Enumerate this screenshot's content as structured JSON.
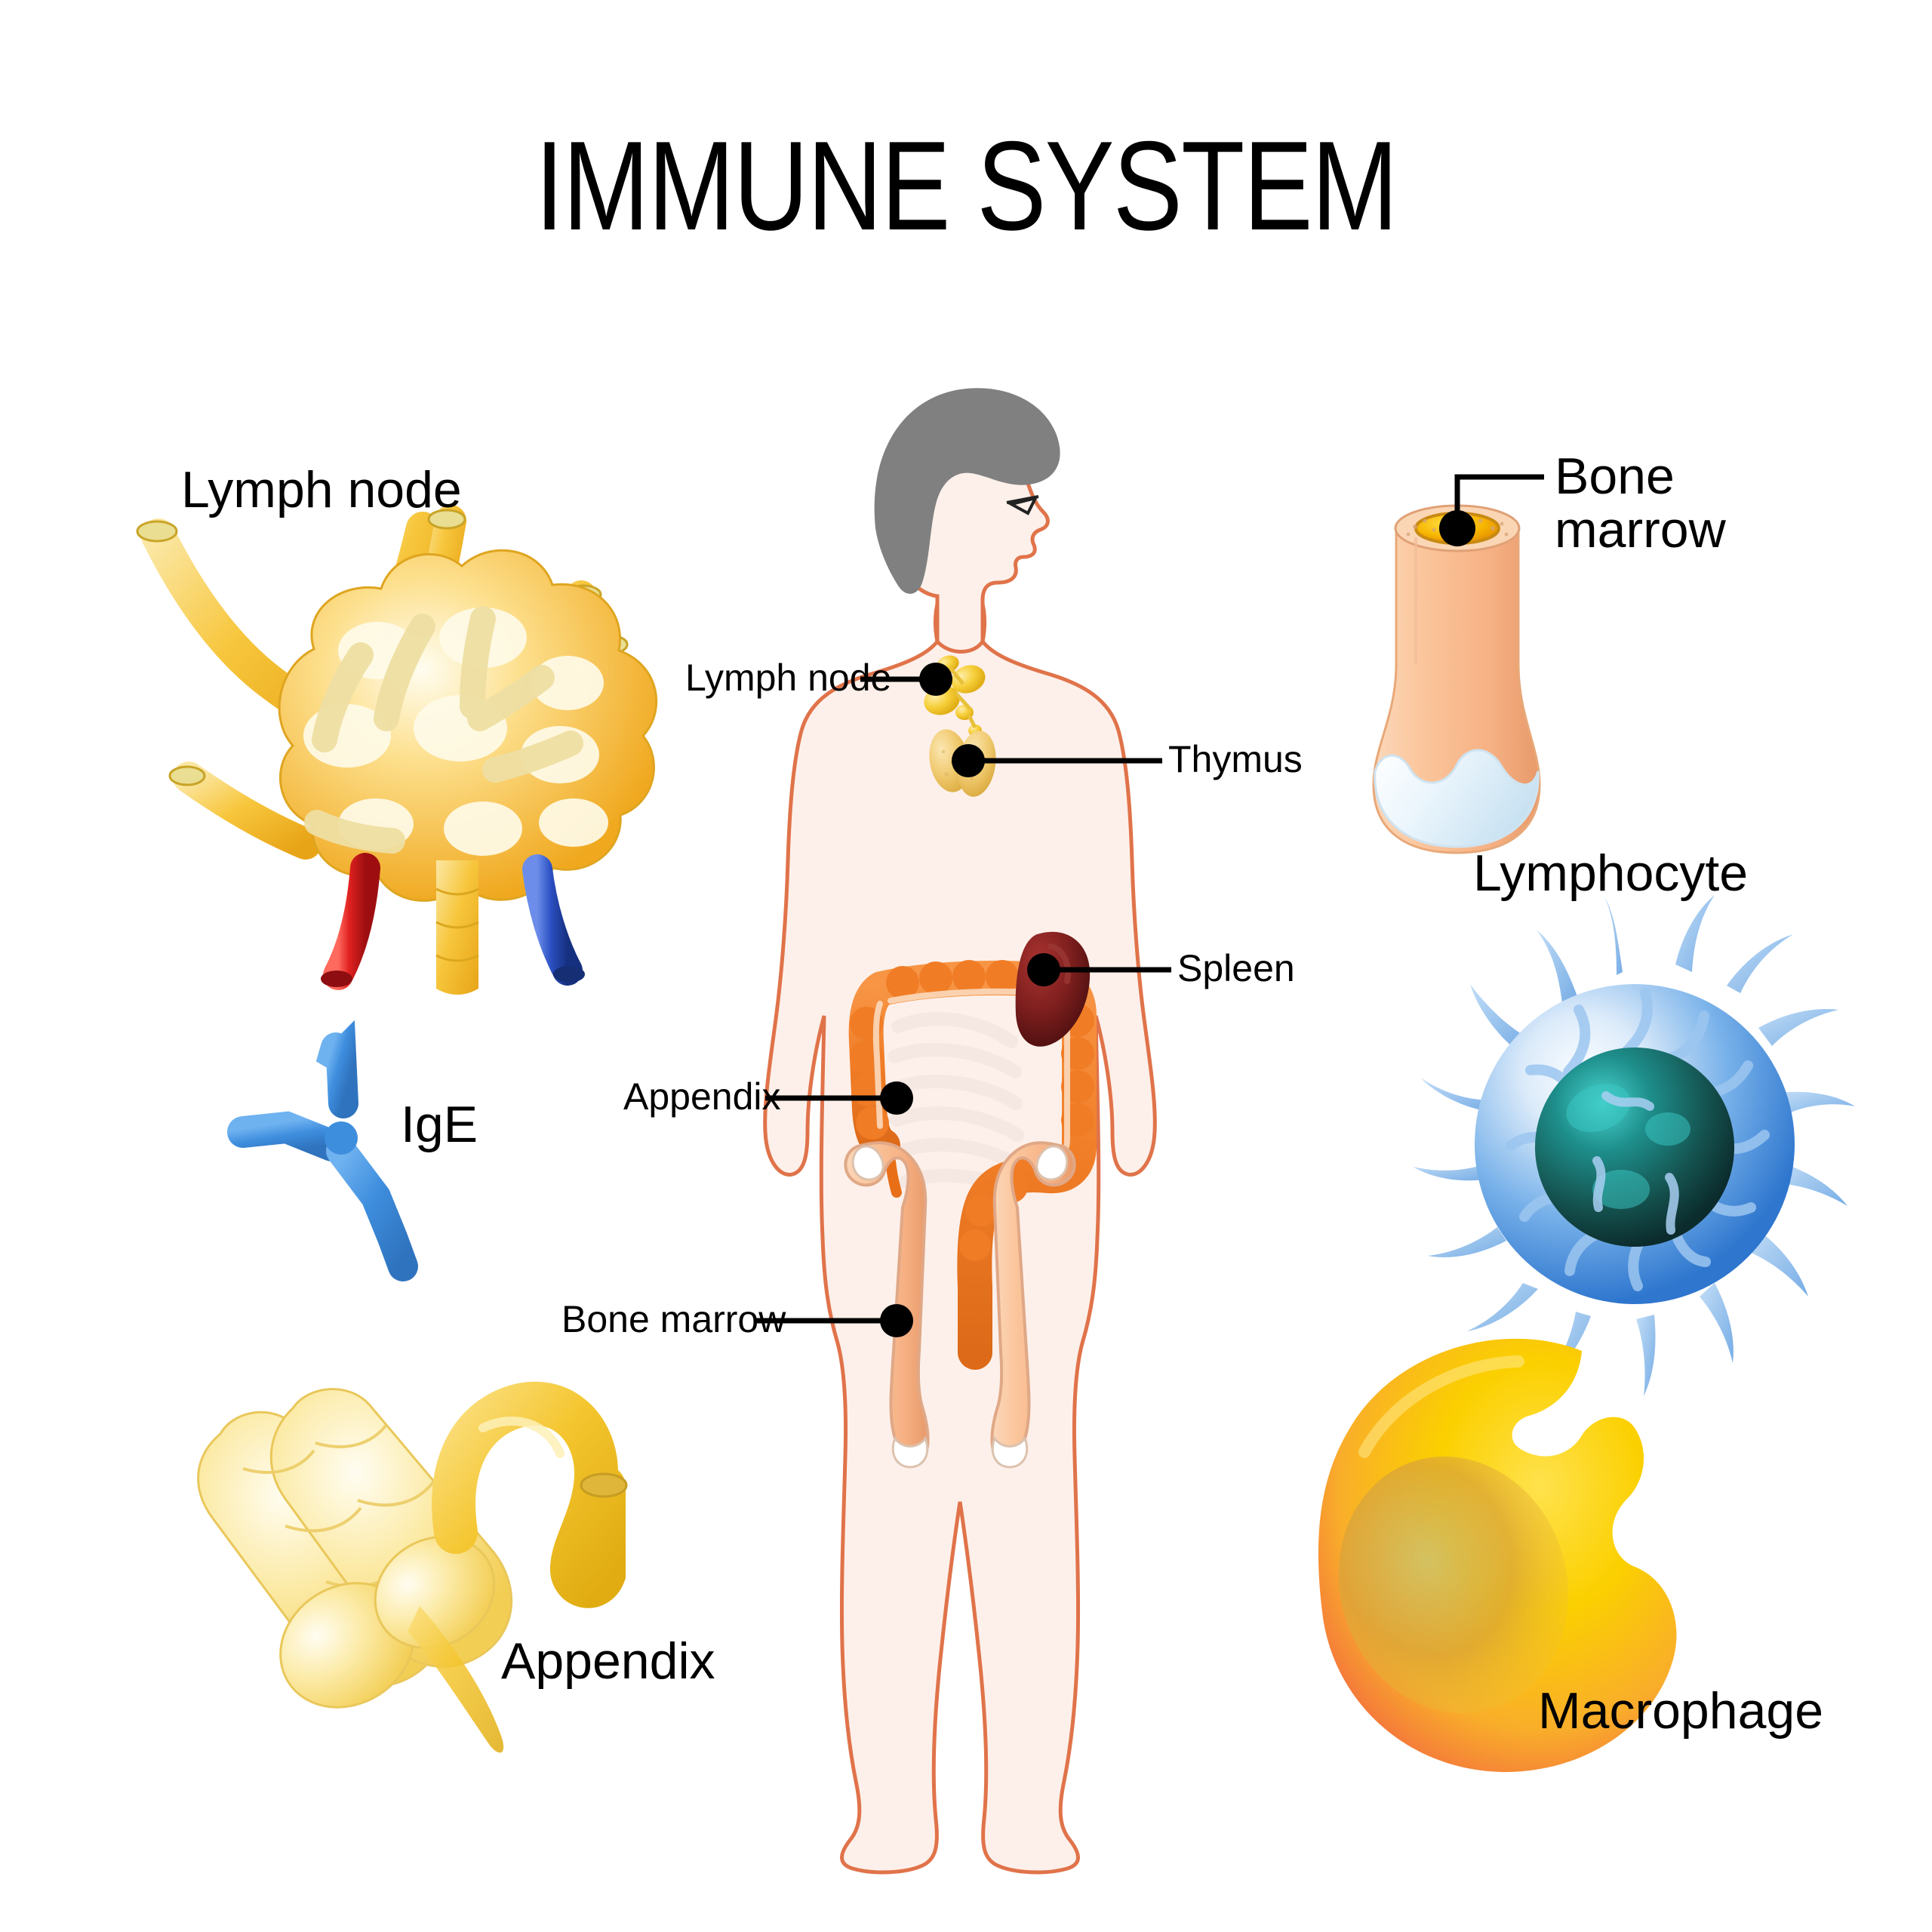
{
  "title": "IMMUNE SYSTEM",
  "panels": {
    "lymph_node": {
      "label": "Lymph node"
    },
    "ige": {
      "label": "IgE"
    },
    "appendix": {
      "label": "Appendix"
    },
    "bone_marrow": {
      "label": "Bone\nmarrow"
    },
    "lymphocyte": {
      "label": "Lymphocyte"
    },
    "macrophage": {
      "label": "Macrophage"
    }
  },
  "body_callouts": [
    {
      "label": "Lymph node",
      "side": "left"
    },
    {
      "label": "Thymus",
      "side": "right"
    },
    {
      "label": "Spleen",
      "side": "right"
    },
    {
      "label": "Appendix",
      "side": "left"
    },
    {
      "label": "Bone marrow",
      "side": "left"
    }
  ],
  "colors": {
    "lymph_yellow": "#F6C232",
    "lymph_light": "#FDE9A0",
    "artery_red": "#D8232A",
    "vein_blue": "#2B52B8",
    "ige_blue": "#3E8EDE",
    "appendix_pale": "#FBE08A",
    "appendix_deep": "#F2C230",
    "bone_skin": "#F9C39A",
    "bone_white": "#E8F3FA",
    "marrow_yellow": "#F6B800",
    "lymphocyte_blue": "#4E9BE0",
    "lymphocyte_nucleus": "#12433F",
    "macrophage_yellow": "#FBD000",
    "macrophage_orange": "#F58634",
    "skin_fill": "#FDF0EA",
    "skin_line": "#E0734A",
    "hair_grey": "#808080",
    "colon_orange": "#F07C26",
    "spleen_red": "#7E1F1E",
    "bone_fill": "#FAE2CB",
    "leader_black": "#000000"
  }
}
